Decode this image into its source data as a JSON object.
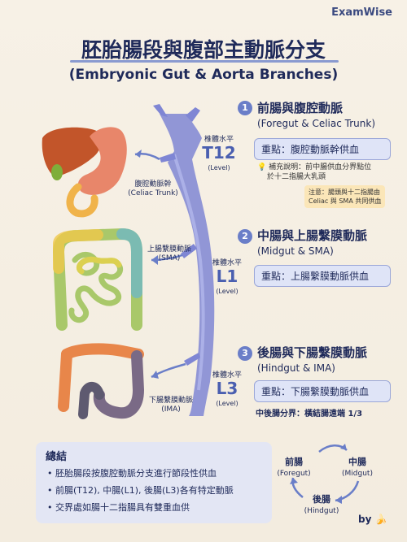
{
  "brand": "ExamWise",
  "title": "胚胎腸段與腹部主動脈分支",
  "subtitle": "(Embryonic Gut & Aorta Branches)",
  "sections": [
    {
      "num": "1",
      "title": "前腸與腹腔動脈",
      "subtitle": "(Foregut & Celiac Trunk)",
      "focus": "重點：腹腔動脈幹供血",
      "note_line1": "補充說明：前中腸供血分界點位",
      "note_line2": "於十二指腸大乳頭",
      "warn_line1": "注意：腸頭與十二指腸由",
      "warn_line2": "Celiac 與 SMA 共同供血"
    },
    {
      "num": "2",
      "title": "中腸與上腸繫膜動脈",
      "subtitle": "(Midgut & SMA)",
      "focus": "重點：上腸繫膜動脈供血"
    },
    {
      "num": "3",
      "title": "後腸與下腸繫膜動脈",
      "subtitle": "(Hindgut & IMA)",
      "focus": "重點：下腸繫膜動脈供血",
      "boundary": "中後腸分界：橫結腸遠端 1/3"
    }
  ],
  "levels": [
    {
      "small": "椎體水平",
      "big": "T12",
      "en": "(Level)"
    },
    {
      "small": "椎體水平",
      "big": "L1",
      "en": "(Level)"
    },
    {
      "small": "椎體水平",
      "big": "L3",
      "en": "(Level)"
    }
  ],
  "arteries": [
    {
      "zh": "腹腔動脈幹",
      "en": "(Celiac Trunk)"
    },
    {
      "zh": "上腸繫膜動脈",
      "en": "(SMA)"
    },
    {
      "zh": "下腸繫膜動脈",
      "en": "(IMA)"
    }
  ],
  "summary": {
    "title": "總結",
    "items": [
      "• 胚胎腸段按腹腔動脈分支進行節段性供血",
      "• 前腸(T12), 中腸(L1), 後腸(L3)各有特定動脈",
      "• 交界處如腸十二指腸具有雙重血供"
    ]
  },
  "cycle": {
    "foregut_zh": "前腸",
    "foregut_en": "(Foregut)",
    "midgut_zh": "中腸",
    "midgut_en": "(Midgut)",
    "hindgut_zh": "後腸",
    "hindgut_en": "(Hindgut)"
  },
  "byline": "by",
  "colors": {
    "aorta": "#7f86d4",
    "accent": "#6a7ec8",
    "liver": "#c2552a",
    "stomach": "#e8866a",
    "note": "#fbe6b8"
  }
}
